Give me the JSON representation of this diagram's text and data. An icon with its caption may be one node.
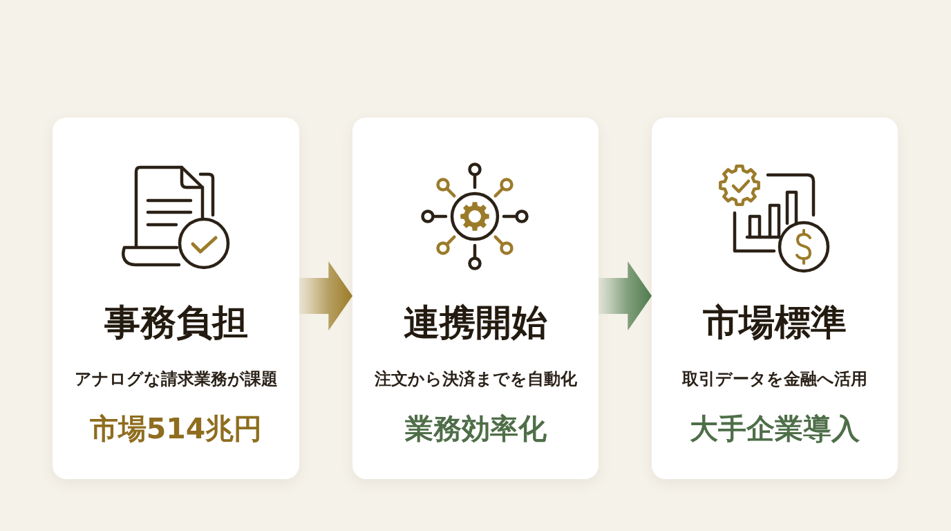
{
  "diagram": {
    "nodes": [
      {
        "text": [
          "事務負担",
          "アナログな請求業務が課題",
          "市場514兆円"
        ]
      },
      {
        "text": [
          "連携開始",
          "注文から決済までを自動化",
          "業務効率化"
        ]
      },
      {
        "text": [
          "市場標準",
          "取引データを金融へ活用",
          "大手企業導入"
        ]
      }
    ],
    "edges": [
      {
        "from": 0,
        "to": 1,
        "arrow": "to",
        "color": "#9c7c28"
      },
      {
        "from": 1,
        "to": 2,
        "arrow": "to",
        "color": "#4f7b4d"
      }
    ]
  }
}
